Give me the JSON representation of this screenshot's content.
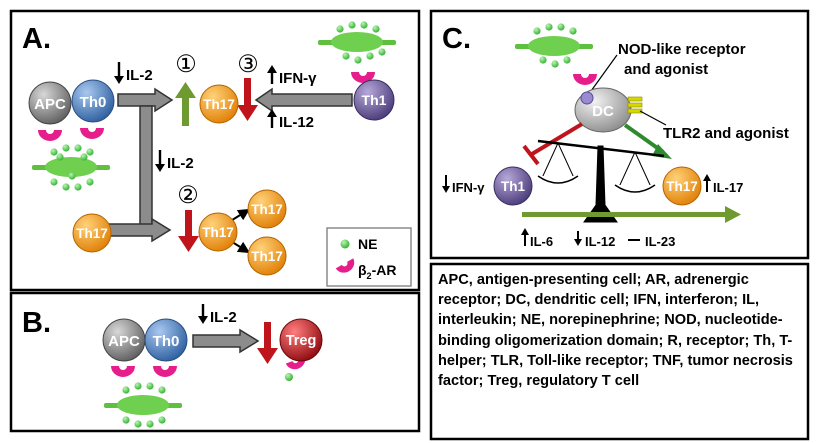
{
  "panels": {
    "a": {
      "letter": "A."
    },
    "b": {
      "letter": "B."
    },
    "c": {
      "letter": "C."
    }
  },
  "cells": {
    "apc": "APC",
    "th0": "Th0",
    "th1": "Th1",
    "th17": "Th17",
    "treg": "Treg",
    "dc": "DC"
  },
  "panel_a": {
    "il2_top": "IL-2",
    "il2_mid": "IL-2",
    "ifn": "IFN-γ",
    "il12": "IL-12",
    "step1": "①",
    "step2": "②",
    "step3": "③"
  },
  "legend_box": {
    "ne": "NE",
    "ar_prefix": "β",
    "ar_sub": "2",
    "ar_suffix": "-AR"
  },
  "panel_b": {
    "il2": "IL-2"
  },
  "panel_c": {
    "nod_line1": "NOD-like receptor",
    "nod_line2": "and agonist",
    "tlr2": "TLR2  and agonist",
    "ifn_down": "IFN-γ",
    "il17_up": "IL-17",
    "il6": "IL-6",
    "il12": "IL-12",
    "il23": "IL-23"
  },
  "abbreviations": "APC, antigen-presenting cell; AR, adrenergic receptor; DC, dendritic cell; IFN, interferon; IL, interleukin; NE, norepinephrine; NOD, nucleotide-binding oligomerization domain; R, receptor; Th, T-helper; TLR, Toll-like receptor; TNF, tumor necrosis factor; Treg, regulatory T cell",
  "colors": {
    "apc": "#8a8a8a",
    "th0": "#4a7fc1",
    "th1": "#6a5a9a",
    "th17": "#f29a1e",
    "treg": "#b5121b",
    "receptor": "#e61e8c",
    "ne": "#49d349",
    "membrane": "#5fbf3f",
    "red_arrow": "#c0141c",
    "green_arrow": "#6f9a2f",
    "dc_green": "#2f8a2f",
    "gray_arrow": "#8c8c8c"
  }
}
